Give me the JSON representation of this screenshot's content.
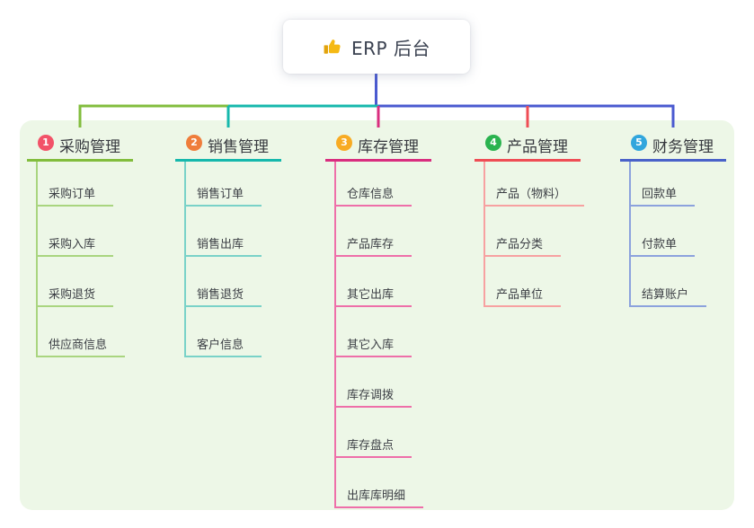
{
  "root": {
    "label": "ERP 后台",
    "icon": "thumbs-up-icon"
  },
  "colors": {
    "panel_background": "#edf7e7",
    "root_connector": "#4a5ad0",
    "root_text": "#3a4150",
    "thumb_icon": "#f5b914"
  },
  "branches": [
    {
      "index": "1",
      "label": "采购管理",
      "badge_color": "#f25268",
      "line_color": "#82bd3d",
      "light_color": "#a9d57f",
      "children": [
        "采购订单",
        "采购入库",
        "采购退货",
        "供应商信息"
      ]
    },
    {
      "index": "2",
      "label": "销售管理",
      "badge_color": "#ef7d3b",
      "line_color": "#16b8ac",
      "light_color": "#79d2c8",
      "children": [
        "销售订单",
        "销售出库",
        "销售退货",
        "客户信息"
      ]
    },
    {
      "index": "3",
      "label": "库存管理",
      "badge_color": "#f8ab23",
      "line_color": "#d92e7f",
      "light_color": "#ee6fa9",
      "children": [
        "仓库信息",
        "产品库存",
        "其它出库",
        "其它入库",
        "库存调拨",
        "库存盘点",
        "出库库明细"
      ]
    },
    {
      "index": "4",
      "label": "产品管理",
      "badge_color": "#2ab34f",
      "line_color": "#ef4d55",
      "light_color": "#f7a1a1",
      "children": [
        "产品（物料）",
        "产品分类",
        "产品单位"
      ]
    },
    {
      "index": "5",
      "label": "财务管理",
      "badge_color": "#31a6dd",
      "line_color": "#4a62c9",
      "light_color": "#8ca2dd",
      "children": [
        "回款单",
        "付款单",
        "结算账户"
      ]
    }
  ]
}
